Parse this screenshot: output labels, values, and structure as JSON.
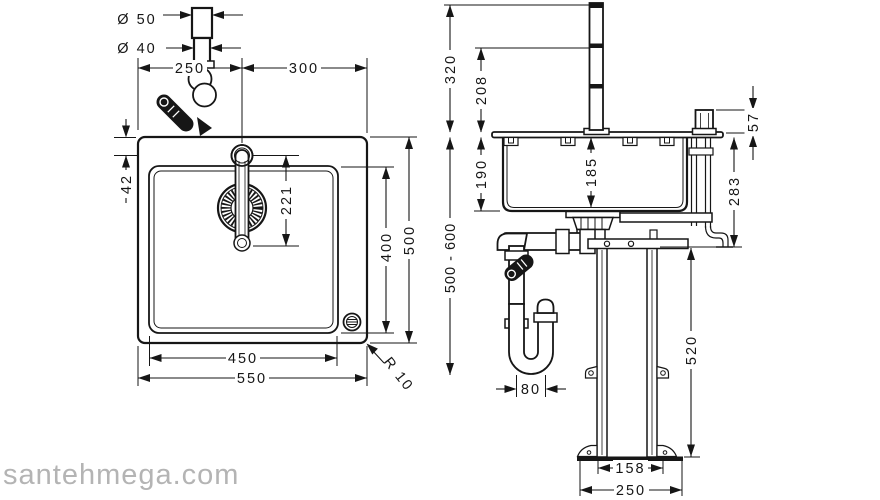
{
  "watermark": "santehmega.com",
  "colors": {
    "line": "#161616",
    "watermark": "#b4b4b4"
  },
  "plan_view": {
    "pipe_dia_upper": "Ø 50",
    "pipe_dia_lower": "Ø 40",
    "edge_to_faucet_x": "250",
    "faucet_to_edge_x": "300",
    "edge_to_faucet_y": "42",
    "spout_reach": "221",
    "bowl_length": "400",
    "overall_length": "500",
    "bowl_width": "450",
    "overall_width": "550",
    "corner_radius": "R 10"
  },
  "section_view": {
    "faucet_height": "320",
    "spout_height": "208",
    "knob_height": "57",
    "bowl_depth_outer": "190",
    "bowl_depth_inner": "185",
    "waste_assembly_drop": "283",
    "counter_height_range": "500 - 600",
    "frame_height": "520",
    "trap_offset": "80",
    "frame_foot_width": "158",
    "base_plate_width": "250"
  }
}
